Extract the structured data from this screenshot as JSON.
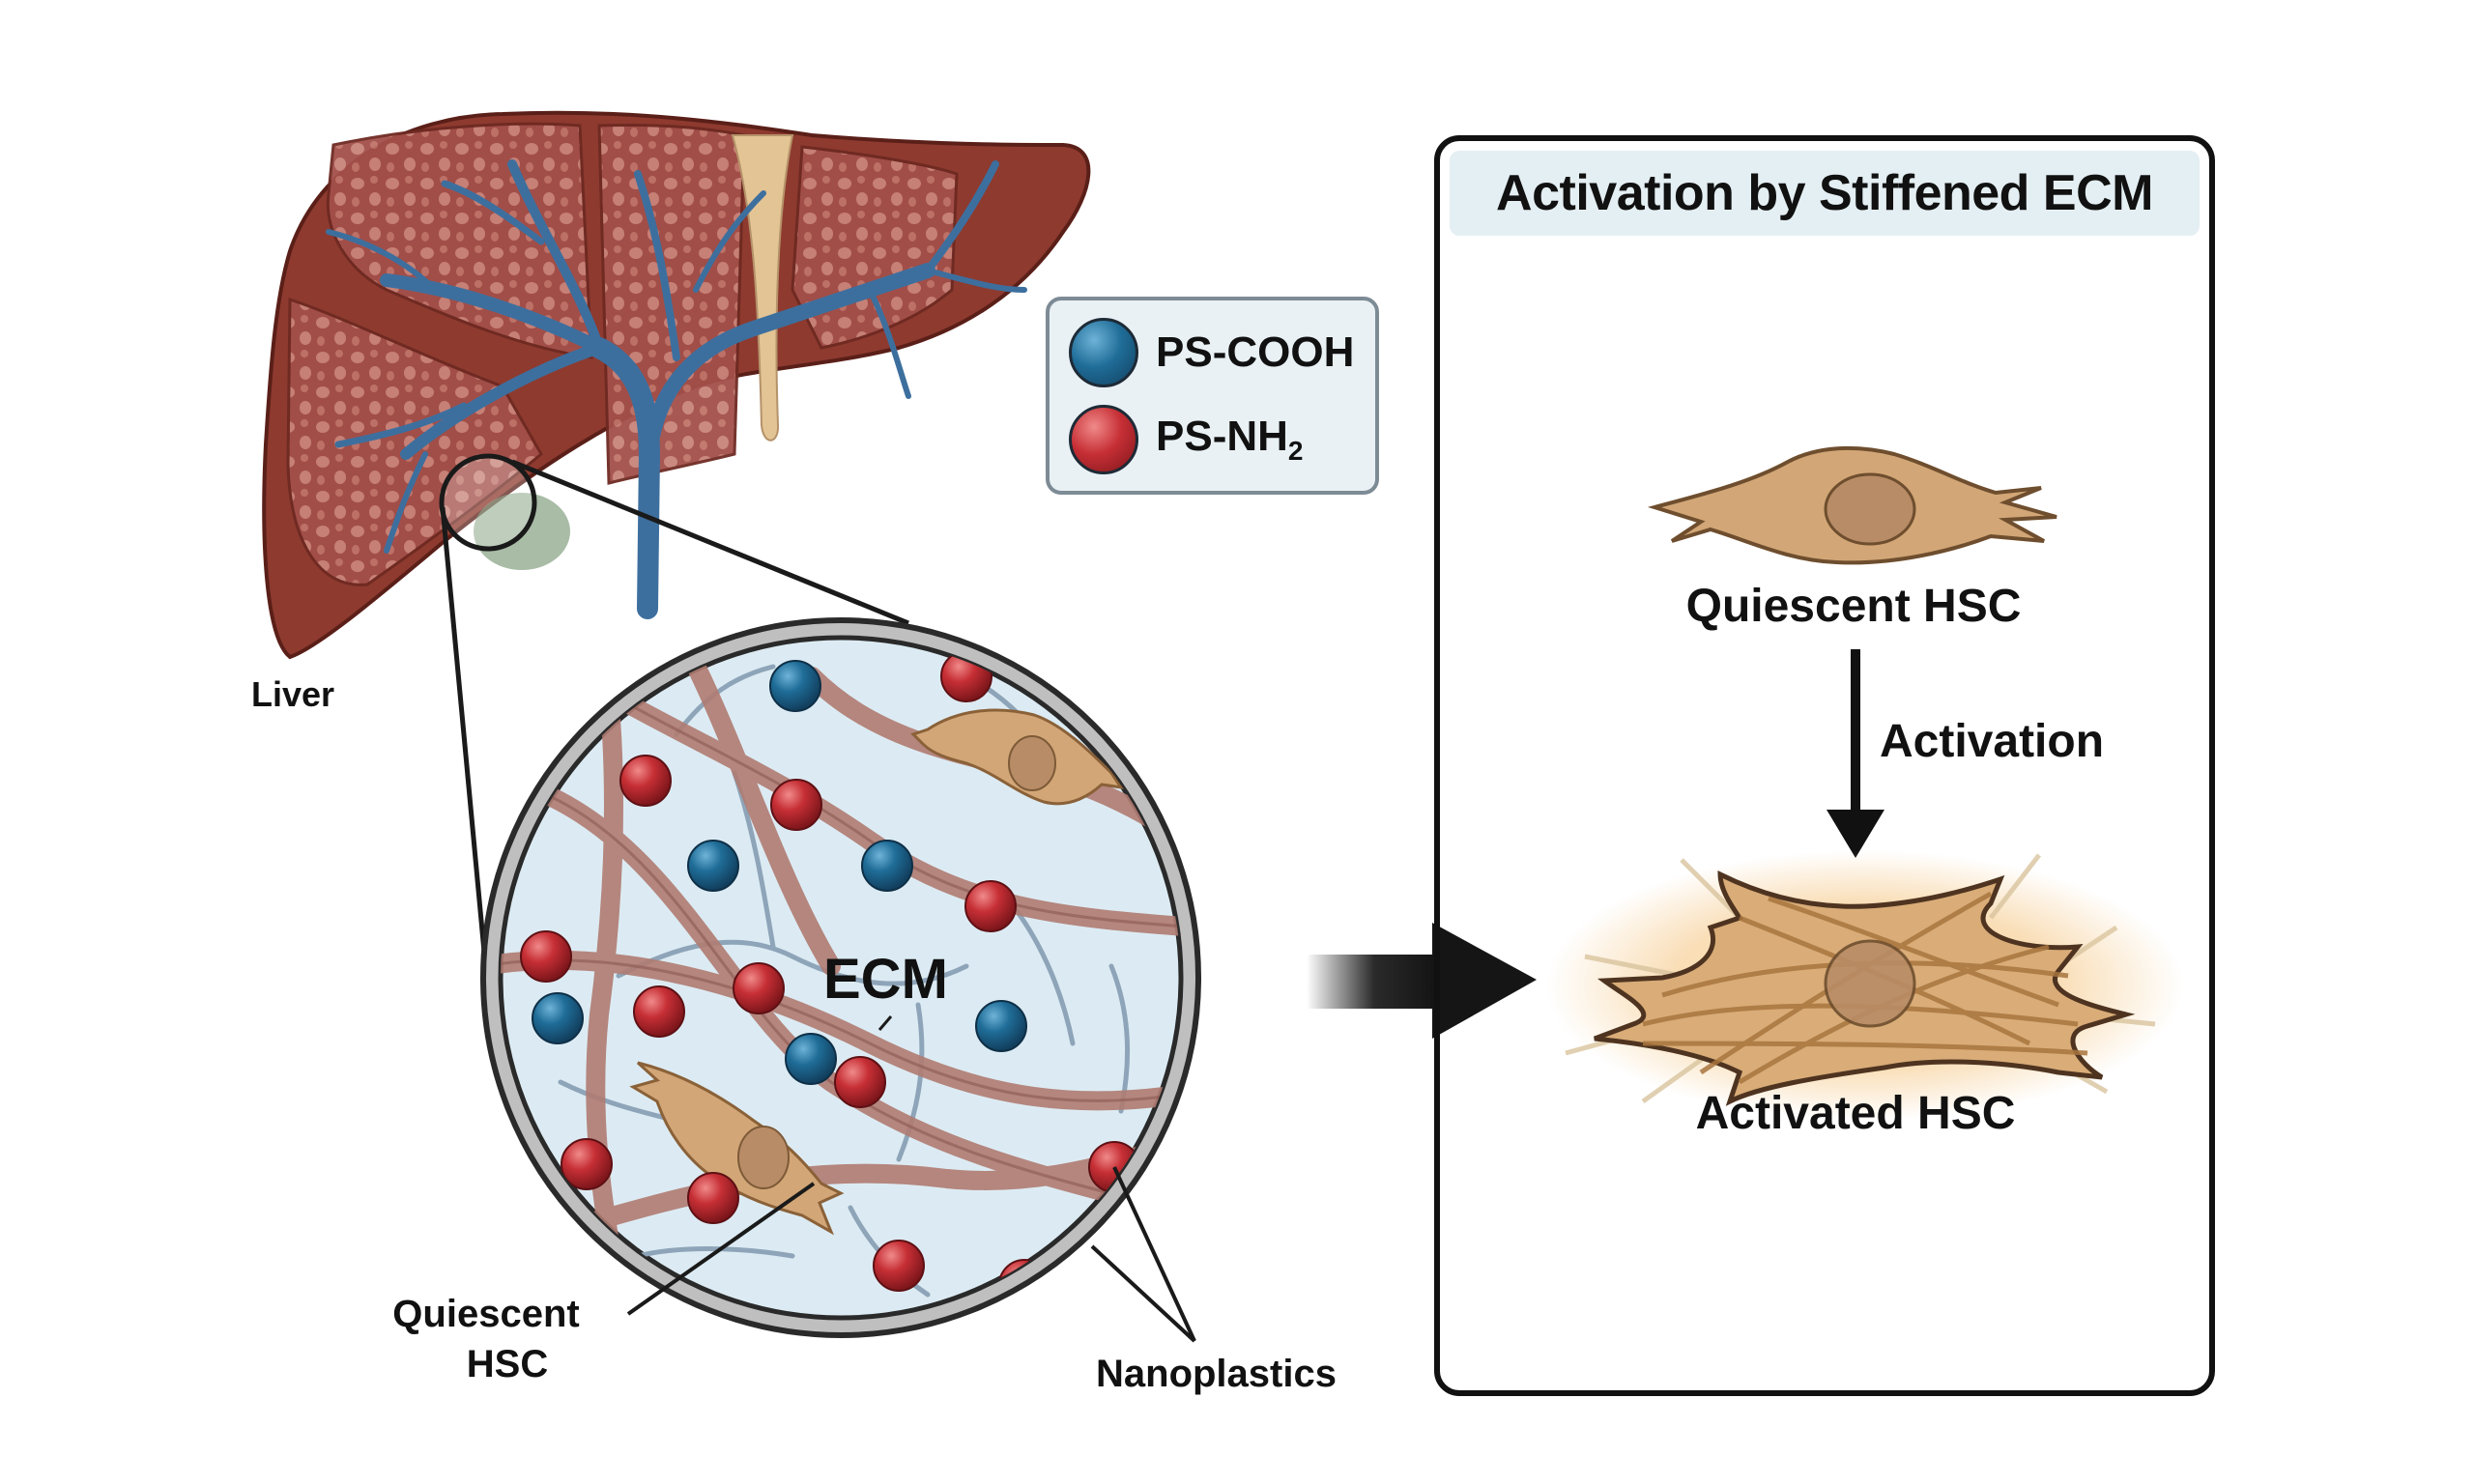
{
  "figure": {
    "type": "schematic",
    "description_labels": {
      "liver": "Liver",
      "ecm": "ECM",
      "quiescent_hsc_left_line1": "Quiescent",
      "quiescent_hsc_left_line2": "HSC",
      "nanoplastics": "Nanoplastics"
    },
    "legend": {
      "items": [
        {
          "label": "PS-COOH",
          "color": "#1f6d98",
          "subscript": ""
        },
        {
          "label": "PS-NH",
          "color": "#c62f35",
          "subscript": "2"
        }
      ]
    },
    "panel": {
      "title": "Activation by Stiffened ECM",
      "top_cell_label": "Quiescent HSC",
      "arrow_label": "Activation",
      "bottom_cell_label": "Activated HSC"
    },
    "colors": {
      "liver": "#8e3a2f",
      "liver_dark": "#6e2a22",
      "liver_lobe": "#a4504a",
      "vessel": "#3d6f9e",
      "ligament": "#e3c494",
      "ecm_bg": "#dcebf3",
      "fiber": "#b07c72",
      "cell": "#d2a676",
      "nucleus": "#b88c66",
      "ps_cooh": "#1f6d98",
      "ps_nh2": "#c62f35",
      "ring": "#9a9a9a"
    }
  }
}
